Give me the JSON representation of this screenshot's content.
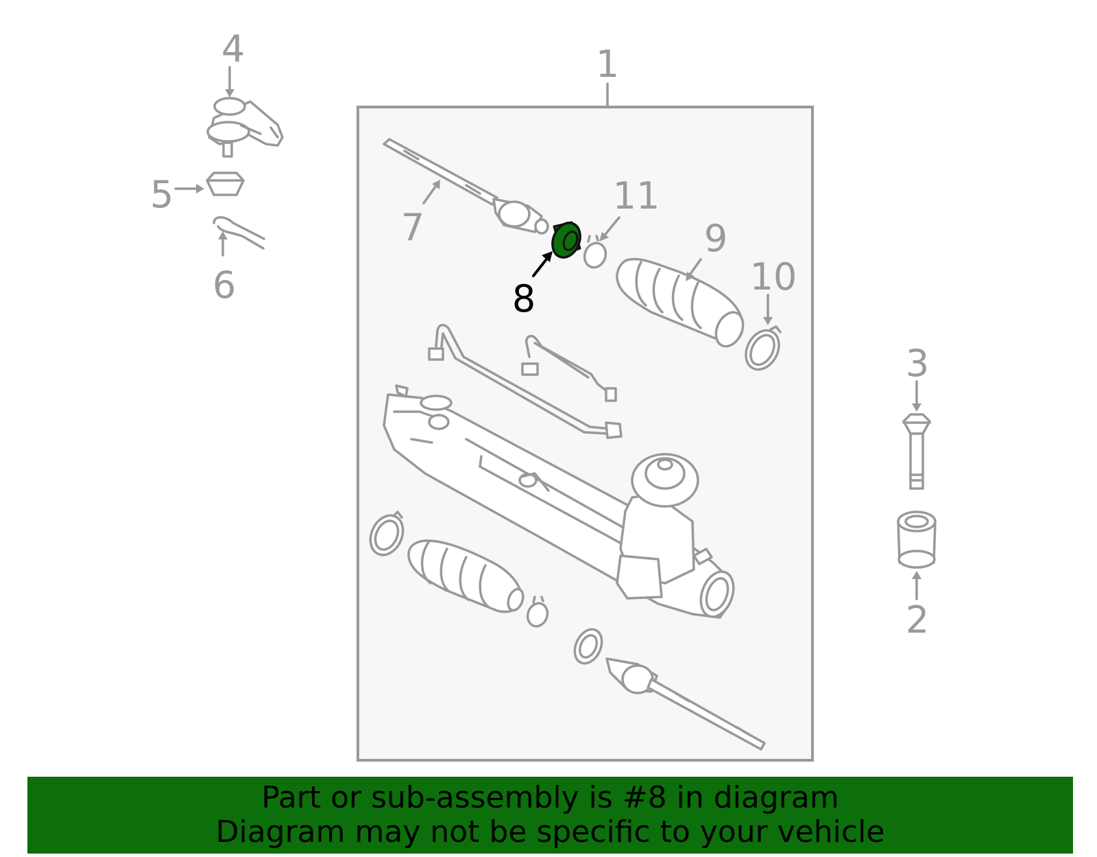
{
  "callouts": [
    {
      "id": "1",
      "text": "1",
      "highlighted": false
    },
    {
      "id": "2",
      "text": "2",
      "highlighted": false
    },
    {
      "id": "3",
      "text": "3",
      "highlighted": false
    },
    {
      "id": "4",
      "text": "4",
      "highlighted": false
    },
    {
      "id": "5",
      "text": "5",
      "highlighted": false
    },
    {
      "id": "6",
      "text": "6",
      "highlighted": false
    },
    {
      "id": "7",
      "text": "7",
      "highlighted": false
    },
    {
      "id": "8",
      "text": "8",
      "highlighted": true
    },
    {
      "id": "9",
      "text": "9",
      "highlighted": false
    },
    {
      "id": "10",
      "text": "10",
      "highlighted": false
    },
    {
      "id": "11",
      "text": "11",
      "highlighted": false
    }
  ],
  "banner": {
    "line1": "Part or sub-assembly is #8 in diagram",
    "line2": "Diagram may not be specific to your vehicle"
  },
  "colors": {
    "banner_bg": "#0c6f0c",
    "highlight_part": "#0c6f0c",
    "line_art": "#999999",
    "assembly_box_bg": "#f7f7f7"
  }
}
